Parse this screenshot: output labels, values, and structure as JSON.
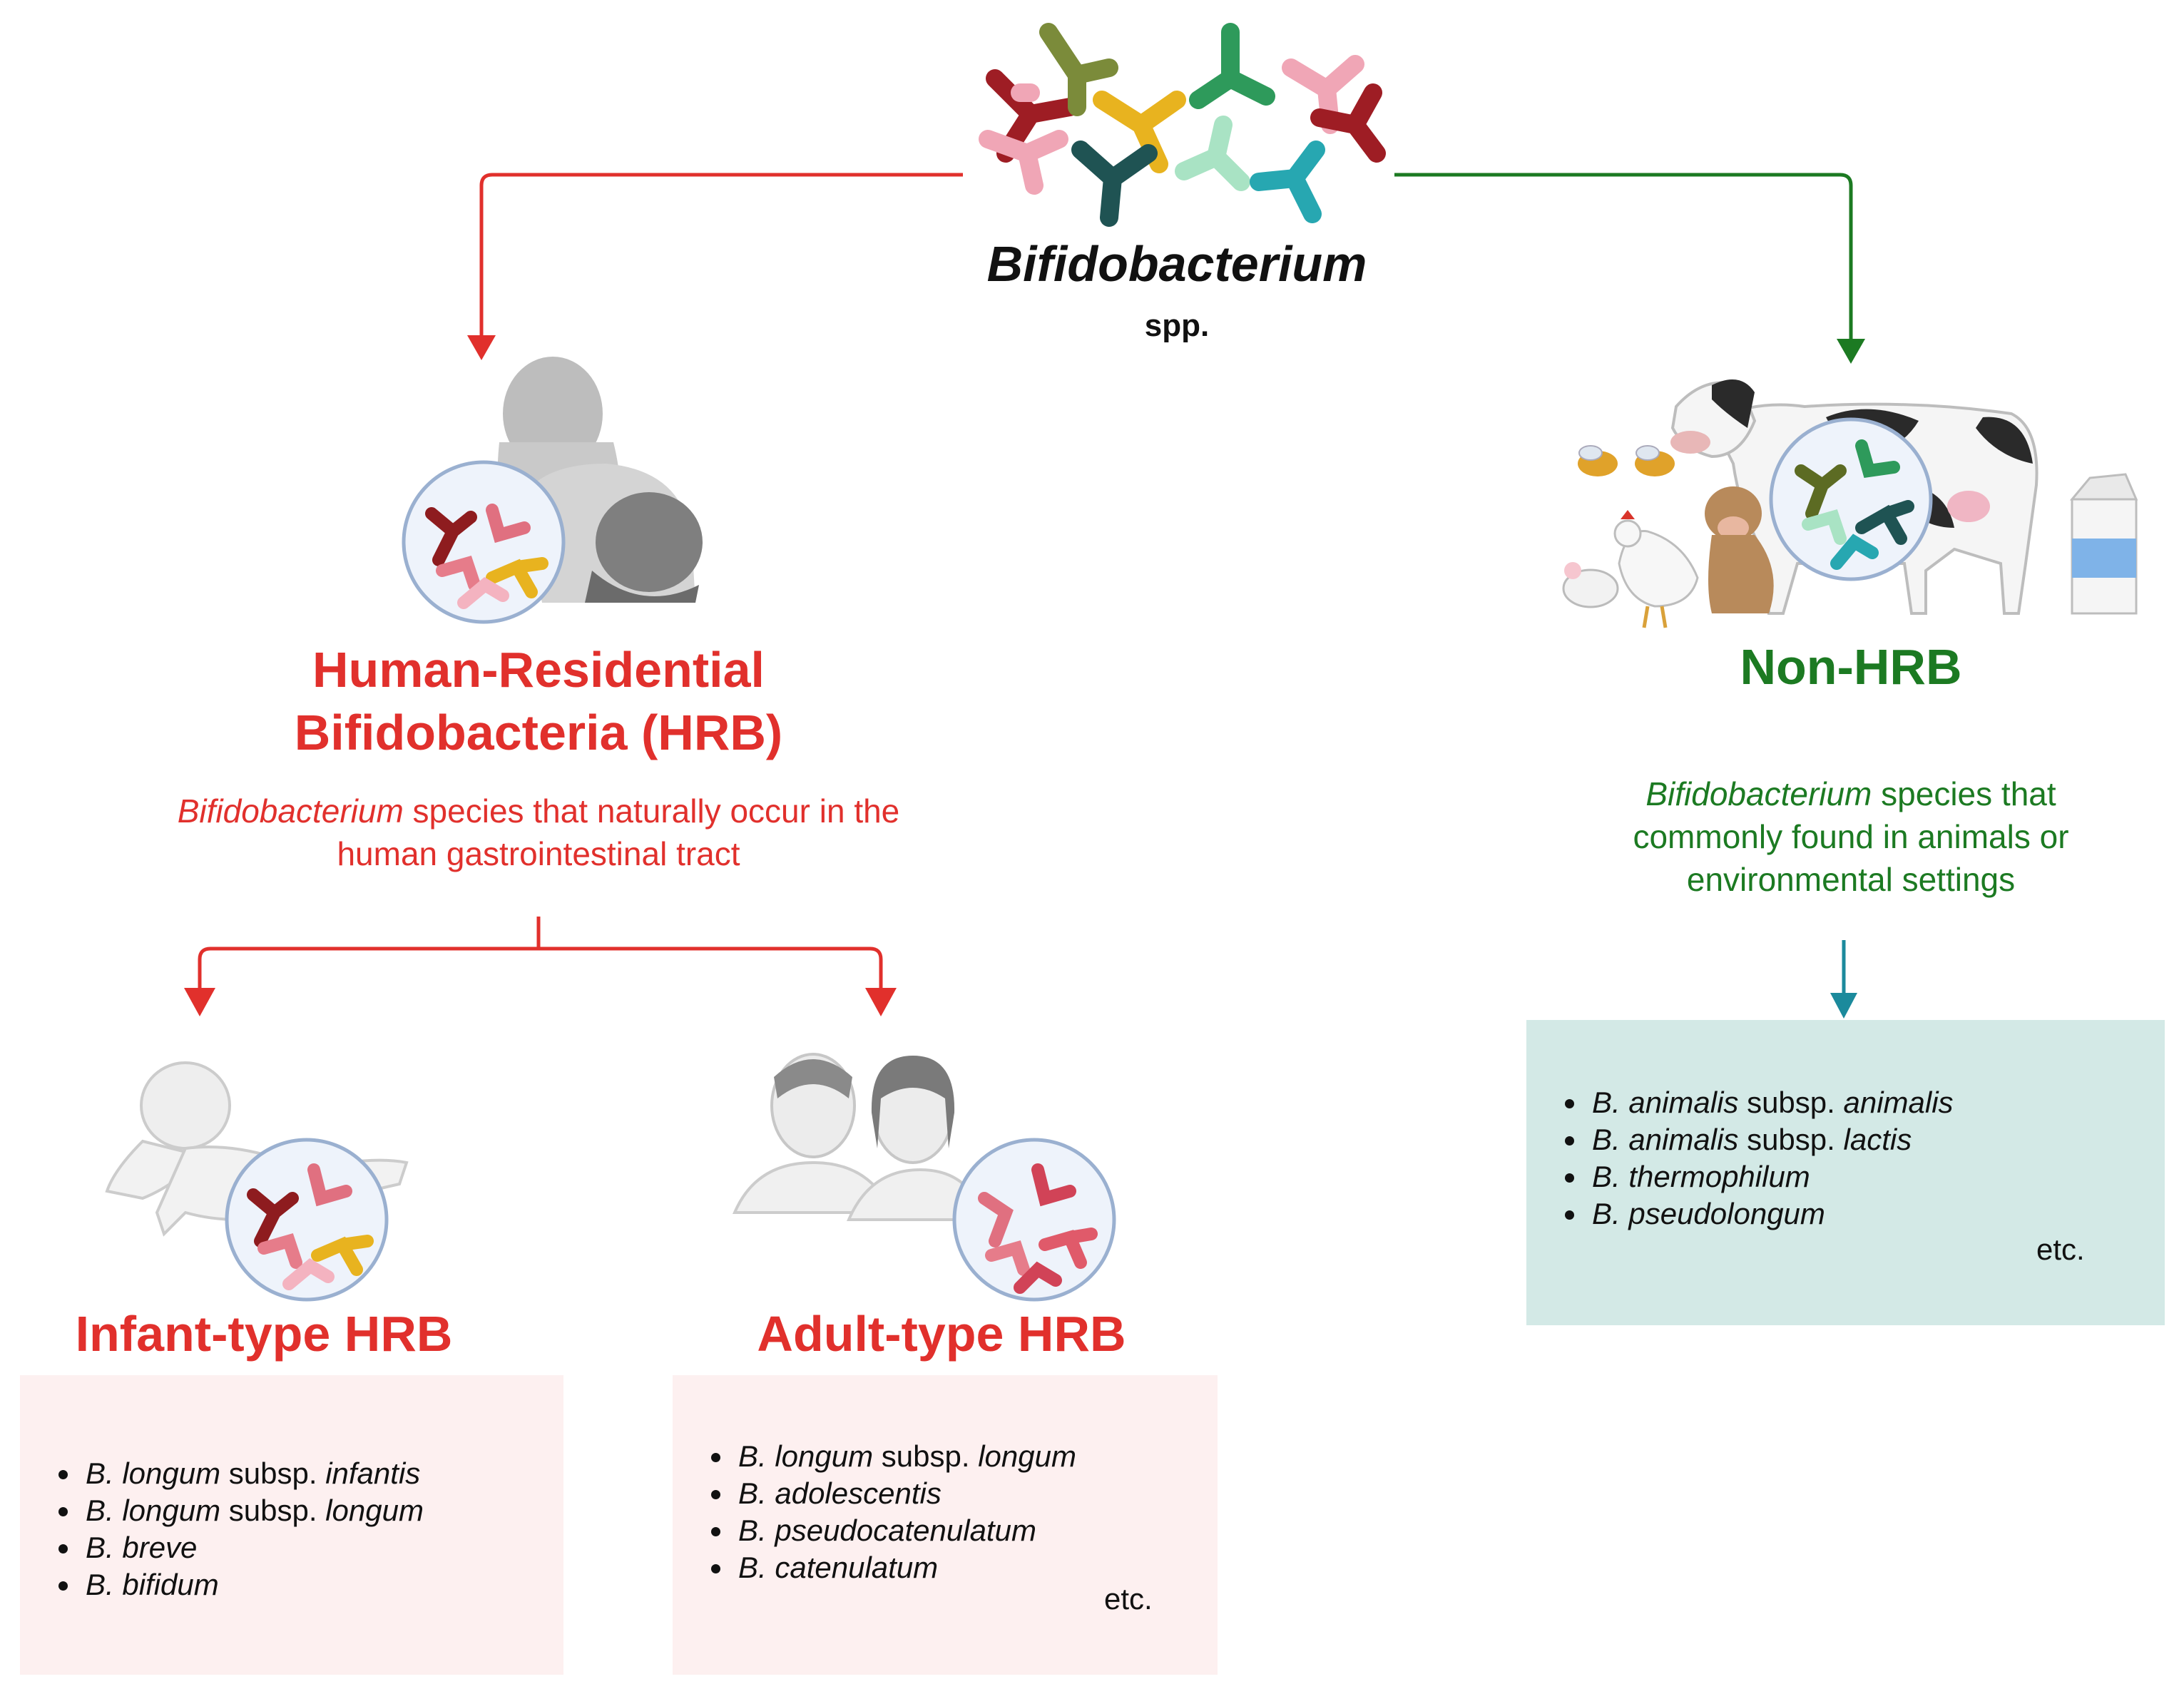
{
  "root": {
    "genus": "Bifidobacterium",
    "suffix": "spp."
  },
  "hrb": {
    "title_line1": "Human-Residential",
    "title_line2": "Bifidobacteria (HRB)",
    "desc_italic": "Bifidobacterium",
    "desc_rest_line1": " species that naturally occur in the",
    "desc_line2": "human gastrointestinal tract"
  },
  "nonhrb": {
    "title": "Non-HRB",
    "desc_italic": "Bifidobacterium",
    "desc_rest_line1": " species that",
    "desc_line2": "commonly found in animals or",
    "desc_line3": "environmental settings"
  },
  "infant": {
    "title": "Infant-type HRB",
    "items": [
      {
        "sp": "B. longum",
        "mid": " subsp. ",
        "sub": "infantis"
      },
      {
        "sp": "B. longum",
        "mid": " subsp. ",
        "sub": "longum"
      },
      {
        "sp": "B. breve",
        "mid": "",
        "sub": ""
      },
      {
        "sp": "B. bifidum",
        "mid": "",
        "sub": ""
      }
    ]
  },
  "adult": {
    "title": "Adult-type HRB",
    "items": [
      {
        "sp": "B. longum",
        "mid": " subsp. ",
        "sub": "longum"
      },
      {
        "sp": "B. adolescentis",
        "mid": "",
        "sub": ""
      },
      {
        "sp": "B. pseudocatenulatum",
        "mid": "",
        "sub": ""
      },
      {
        "sp": "B. catenulatum",
        "mid": "",
        "sub": ""
      }
    ],
    "etc": "etc."
  },
  "nonhrb_list": {
    "items": [
      {
        "sp": "B. animalis",
        "mid": " subsp. ",
        "sub": "animalis"
      },
      {
        "sp": "B. animalis",
        "mid": " subsp. ",
        "sub": "lactis"
      },
      {
        "sp": "B. thermophilum",
        "mid": "",
        "sub": ""
      },
      {
        "sp": "B. pseudolongum",
        "mid": "",
        "sub": ""
      }
    ],
    "etc": "etc."
  },
  "colors": {
    "hrb": "#e1302c",
    "nonhrb": "#1c7a22",
    "nonhrb_arrow": "#1b8a9c",
    "pink_box": "#fdf0f0",
    "teal_box": "#d3e9e6"
  },
  "icons": [
    "bacteria-cluster-icon",
    "mother-breastfeeding-icon",
    "infant-crawling-icon",
    "adult-couple-icon",
    "farm-animals-icon",
    "milk-carton-icon"
  ]
}
